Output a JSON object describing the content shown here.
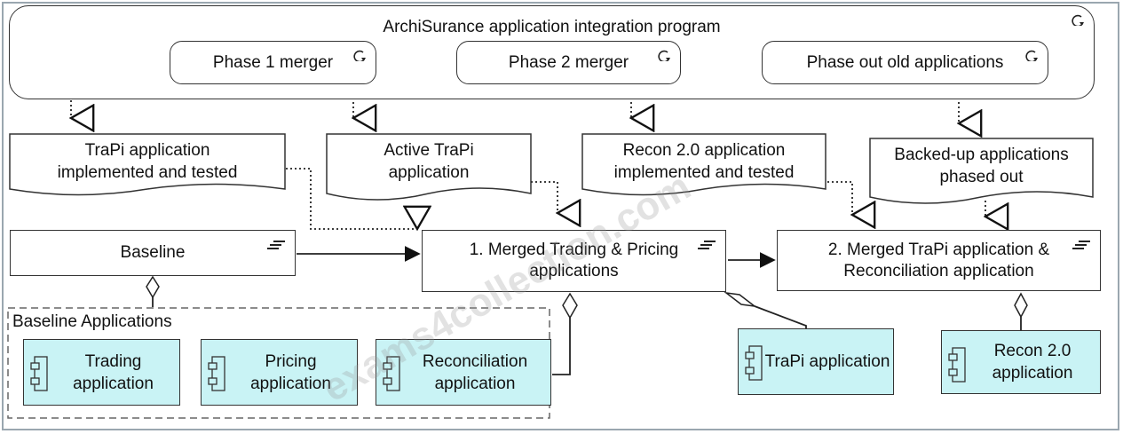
{
  "program": {
    "title": "ArchiSurance application integration program"
  },
  "phases": [
    {
      "id": "phase1",
      "label": "Phase 1 merger"
    },
    {
      "id": "phase2",
      "label": "Phase 2 merger"
    },
    {
      "id": "phase3",
      "label": "Phase out old applications"
    }
  ],
  "deliverables": [
    {
      "id": "d1",
      "label": "TraPi application implemented and tested"
    },
    {
      "id": "d2",
      "label": "Active TraPi application"
    },
    {
      "id": "d3",
      "label": "Recon 2.0 application implemented and tested"
    },
    {
      "id": "d4",
      "label": "Backed-up applications phased out"
    }
  ],
  "plateaus": [
    {
      "id": "baseline",
      "label": "Baseline"
    },
    {
      "id": "merged1",
      "label": "1. Merged Trading & Pricing applications"
    },
    {
      "id": "merged2",
      "label": "2. Merged TraPi application & Reconciliation application"
    }
  ],
  "group": {
    "label": "Baseline Applications"
  },
  "components": [
    {
      "id": "trading",
      "label": "Trading application"
    },
    {
      "id": "pricing",
      "label": "Pricing application"
    },
    {
      "id": "reconciliation",
      "label": "Reconciliation application"
    },
    {
      "id": "trapi",
      "label": "TraPi application"
    },
    {
      "id": "recon2",
      "label": "Recon 2.0 application"
    }
  ],
  "watermark": "exams4collection.com",
  "colors": {
    "component_fill": "#c9f3f5",
    "border": "#333333"
  }
}
